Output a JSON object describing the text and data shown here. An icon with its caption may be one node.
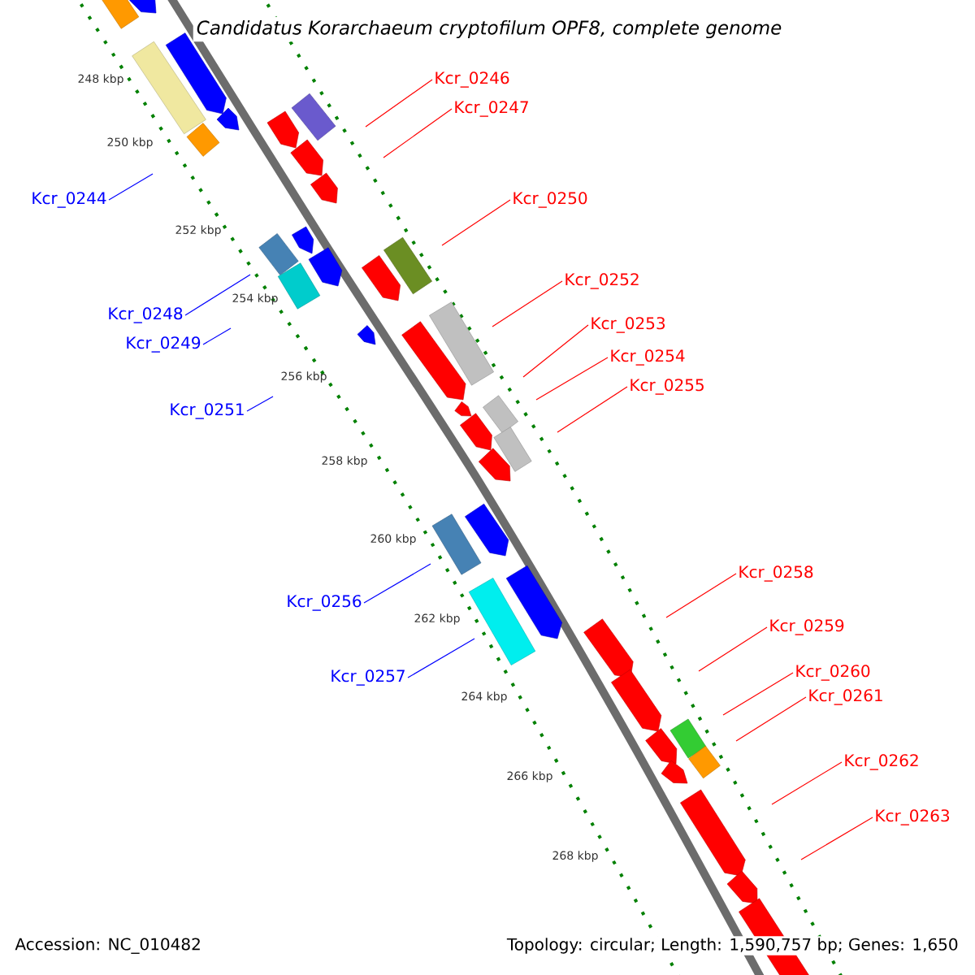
{
  "diagram": {
    "title": "Candidatus Korarchaeum cryptofilum OPF8, complete genome",
    "nodes": [
      {
        "text": [
          "Kcr_0246"
        ]
      },
      {
        "text": [
          "Kcr_0247"
        ]
      },
      {
        "text": [
          "Kcr_0244"
        ]
      },
      {
        "text": [
          "Kcr_0250"
        ]
      },
      {
        "text": [
          "Kcr_0252"
        ]
      },
      {
        "text": [
          "Kcr_0248"
        ]
      },
      {
        "text": [
          "Kcr_0253"
        ]
      },
      {
        "text": [
          "Kcr_0249"
        ]
      },
      {
        "text": [
          "Kcr_0254"
        ]
      },
      {
        "text": [
          "Kcr_0255"
        ]
      },
      {
        "text": [
          "Kcr_0251"
        ]
      },
      {
        "text": [
          "Kcr_0258"
        ]
      },
      {
        "text": [
          "Kcr_0256"
        ]
      },
      {
        "text": [
          "Kcr_0259"
        ]
      },
      {
        "text": [
          "Kcr_0257"
        ]
      },
      {
        "text": [
          "Kcr_0260"
        ]
      },
      {
        "text": [
          "Kcr_0261"
        ]
      },
      {
        "text": [
          "Kcr_0262"
        ]
      },
      {
        "text": [
          "Kcr_0263"
        ]
      }
    ],
    "edges": [
      {
        "from": 0,
        "to": null,
        "arrow": "none"
      },
      {
        "from": 1,
        "to": null,
        "arrow": "none"
      },
      {
        "from": 2,
        "to": null,
        "arrow": "none",
        "color": "#0000ff"
      },
      {
        "from": 3,
        "to": null,
        "arrow": "none"
      },
      {
        "from": 4,
        "to": null,
        "arrow": "none"
      },
      {
        "from": 5,
        "to": null,
        "arrow": "none",
        "color": "#0000ff"
      },
      {
        "from": 6,
        "to": null,
        "arrow": "none"
      },
      {
        "from": 7,
        "to": null,
        "arrow": "none",
        "color": "#0000ff"
      },
      {
        "from": 8,
        "to": null,
        "arrow": "none"
      },
      {
        "from": 9,
        "to": null,
        "arrow": "none"
      },
      {
        "from": 10,
        "to": null,
        "arrow": "none",
        "color": "#0000ff"
      },
      {
        "from": 11,
        "to": null,
        "arrow": "none"
      },
      {
        "from": 12,
        "to": null,
        "arrow": "none",
        "color": "#0000ff"
      },
      {
        "from": 13,
        "to": null,
        "arrow": "none"
      },
      {
        "from": 14,
        "to": null,
        "arrow": "none",
        "color": "#0000ff"
      },
      {
        "from": 15,
        "to": null,
        "arrow": "none"
      },
      {
        "from": 16,
        "to": null,
        "arrow": "none"
      },
      {
        "from": 17,
        "to": null,
        "arrow": "none"
      },
      {
        "from": 18,
        "to": null,
        "arrow": "none"
      }
    ],
    "labels": [
      "248 kbp",
      "250 kbp",
      "252 kbp",
      "254 kbp",
      "256 kbp",
      "258 kbp",
      "260 kbp",
      "262 kbp",
      "264 kbp",
      "266 kbp",
      "268 kbp",
      "Accession: NC_010482",
      "Topology: circular; Length: 1,590,757 bp; Genes: 1,650"
    ]
  }
}
